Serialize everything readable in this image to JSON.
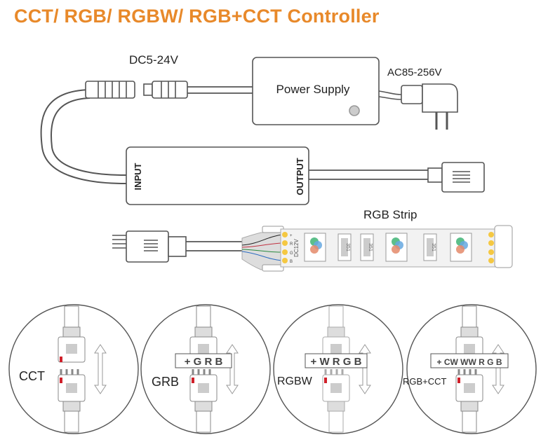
{
  "title": "CCT/ RGB/ RGBW/ RGB+CCT Controller",
  "colors": {
    "title": "#e8892a",
    "line": "#444444",
    "marker": "#d0202a",
    "pad": "#f5c842"
  },
  "labels": {
    "dc_voltage": "DC5-24V",
    "ac_voltage": "AC85-256V",
    "power_supply": "Power Supply",
    "input": "INPUT",
    "output": "OUTPUT",
    "strip": "RGB Strip",
    "strip_pins": [
      "+",
      "R",
      "G",
      "B"
    ],
    "strip_voltage": "DC12V",
    "chip": "351"
  },
  "circles": [
    {
      "label": "CCT",
      "pinout": ""
    },
    {
      "label": "GRB",
      "pinout": "+ G R B"
    },
    {
      "label": "RGBW",
      "pinout": "+ W R G B"
    },
    {
      "label": "RGB+CCT",
      "pinout": "+ CW WW R G B"
    }
  ]
}
